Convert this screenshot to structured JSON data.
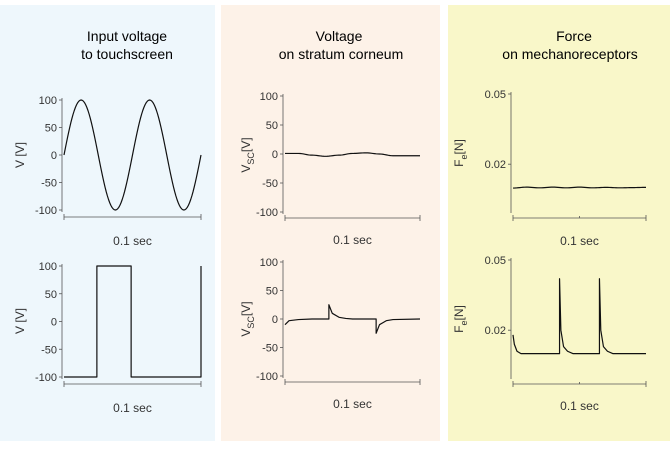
{
  "panel_colors": [
    "#eef7fc",
    "#fdf2e8",
    "#f9f7c9"
  ],
  "columns": [
    {
      "title_line1": "Input voltage",
      "title_line2": "to touchscreen"
    },
    {
      "title_line1": "Voltage",
      "title_line2": "on stratum corneum"
    },
    {
      "title_line1": "Force",
      "title_line2": "on mechanoreceptors"
    }
  ],
  "chart_data": [
    {
      "type": "line",
      "panel": "input-sine",
      "ylabel": "V [V]",
      "xlabel": "0.1 sec",
      "yticks": [
        -100,
        -50,
        0,
        50,
        100
      ],
      "ylim": [
        -100,
        100
      ],
      "xlim": [
        0,
        0.1
      ],
      "series": [
        {
          "x": [
            0,
            0.005,
            0.01,
            0.015,
            0.02,
            0.025,
            0.03,
            0.035,
            0.04,
            0.045,
            0.05,
            0.055,
            0.06,
            0.065,
            0.07,
            0.075,
            0.08,
            0.085,
            0.09,
            0.095,
            0.1
          ],
          "y": [
            0,
            76,
            99,
            64,
            5,
            -58,
            -95,
            -91,
            -45,
            20,
            80,
            98,
            64,
            5,
            -58,
            -95,
            -91,
            -45,
            20,
            80,
            0
          ]
        }
      ]
    },
    {
      "type": "line",
      "panel": "input-square",
      "ylabel": "V [V]",
      "xlabel": "0.1 sec",
      "yticks": [
        -100,
        -50,
        0,
        50,
        100
      ],
      "ylim": [
        -100,
        100
      ],
      "xlim": [
        0,
        0.1
      ],
      "series": [
        {
          "x": [
            0,
            0.024,
            0.024,
            0.049,
            0.049,
            0.1,
            0.1
          ],
          "y": [
            -100,
            -100,
            100,
            100,
            -100,
            -100,
            100
          ]
        }
      ]
    },
    {
      "type": "line",
      "panel": "sc-sine",
      "ylabel_main": "V",
      "ylabel_sub": "SC",
      "ylabel_unit": "[V]",
      "xlabel": "0.1 sec",
      "yticks": [
        -100,
        -50,
        0,
        50,
        100
      ],
      "ylim": [
        -100,
        100
      ],
      "xlim": [
        0,
        0.1
      ],
      "series": [
        {
          "x": [
            0,
            0.01,
            0.02,
            0.03,
            0.04,
            0.05,
            0.06,
            0.07,
            0.08,
            0.09,
            0.1
          ],
          "y": [
            1,
            1,
            -2,
            -4,
            -2,
            1,
            2,
            0,
            -3,
            -3,
            -3
          ]
        }
      ]
    },
    {
      "type": "line",
      "panel": "sc-square",
      "ylabel_main": "V",
      "ylabel_sub": "SC",
      "ylabel_unit": "[V]",
      "xlabel": "0.1 sec",
      "yticks": [
        -100,
        -50,
        0,
        50,
        100
      ],
      "ylim": [
        -100,
        100
      ],
      "xlim": [
        0,
        0.1
      ],
      "series": [
        {
          "x": [
            0,
            0.003,
            0.01,
            0.02,
            0.0325,
            0.0325,
            0.035,
            0.04,
            0.045,
            0.05,
            0.0675,
            0.0675,
            0.07,
            0.075,
            0.08,
            0.1
          ],
          "y": [
            -10,
            -3,
            -1,
            0,
            0,
            25,
            10,
            3,
            1,
            0,
            0,
            -25,
            -10,
            -3,
            -1,
            0
          ]
        }
      ]
    },
    {
      "type": "line",
      "panel": "force-sine",
      "ylabel_main": "F",
      "ylabel_sub": "e",
      "ylabel_unit": "[N]",
      "xlabel": "0.1 sec",
      "yticks": [
        0.02,
        0.05
      ],
      "ylim": [
        0,
        0.05
      ],
      "xlim": [
        0,
        0.1
      ],
      "series": [
        {
          "x": [
            0,
            0.01,
            0.02,
            0.03,
            0.04,
            0.05,
            0.06,
            0.07,
            0.08,
            0.09,
            0.1
          ],
          "y": [
            0.0098,
            0.0102,
            0.0099,
            0.0102,
            0.0099,
            0.0102,
            0.0099,
            0.0101,
            0.0099,
            0.01,
            0.0101
          ]
        }
      ]
    },
    {
      "type": "line",
      "panel": "force-square",
      "ylabel_main": "F",
      "ylabel_sub": "e",
      "ylabel_unit": "[N]",
      "xlabel": "0.1 sec",
      "yticks": [
        0.02,
        0.05
      ],
      "ylim": [
        0,
        0.05
      ],
      "xlim": [
        0,
        0.1
      ],
      "series": [
        {
          "x": [
            0,
            0.001,
            0.003,
            0.006,
            0.01,
            0.035,
            0.035,
            0.036,
            0.038,
            0.041,
            0.045,
            0.065,
            0.065,
            0.066,
            0.068,
            0.071,
            0.075,
            0.1
          ],
          "y": [
            0.018,
            0.014,
            0.011,
            0.01,
            0.01,
            0.01,
            0.042,
            0.02,
            0.013,
            0.011,
            0.01,
            0.01,
            0.042,
            0.02,
            0.013,
            0.011,
            0.01,
            0.01
          ]
        }
      ]
    }
  ]
}
